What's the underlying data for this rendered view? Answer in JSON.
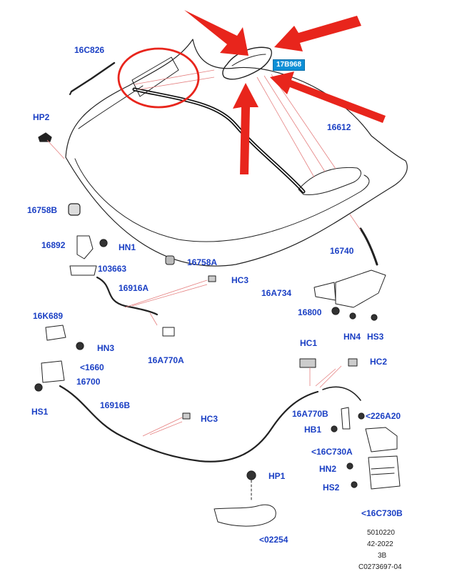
{
  "colors": {
    "label": "#1a3fc4",
    "highlight_bg": "#0d8fd6",
    "arrow": "#e8251c",
    "leader": "#e58080",
    "line": "#222222"
  },
  "callouts": {
    "c16C826": "16C826",
    "cHP2": "HP2",
    "c178968": "17B968",
    "c16612": "16612",
    "c16758B": "16758B",
    "c16892": "16892",
    "cHN1": "HN1",
    "c103663": "103663",
    "c16758A": "16758A",
    "c16740": "16740",
    "c16916A": "16916A",
    "cHC3a": "HC3",
    "c16A734": "16A734",
    "c16800": "16800",
    "c16K689": "16K689",
    "cHN4": "HN4",
    "cHS3": "HS3",
    "cHN3": "HN3",
    "c16A770A": "16A770A",
    "cHC1": "HC1",
    "c1660": "<1660",
    "cHC2": "HC2",
    "c16700": "16700",
    "cHS1": "HS1",
    "c16916B": "16916B",
    "cHC3b": "HC3",
    "c16A770B": "16A770B",
    "c226A20": "<226A20",
    "cHB1": "HB1",
    "c16C730A": "<16C730A",
    "cHN2": "HN2",
    "cHP1": "HP1",
    "cHS2": "HS2",
    "c16C730B": "<16C730B",
    "c02254": "<02254"
  },
  "footer": {
    "line1": "5010220",
    "line2": "42-2022",
    "line3": "3B",
    "line4": "C0273697-04"
  }
}
